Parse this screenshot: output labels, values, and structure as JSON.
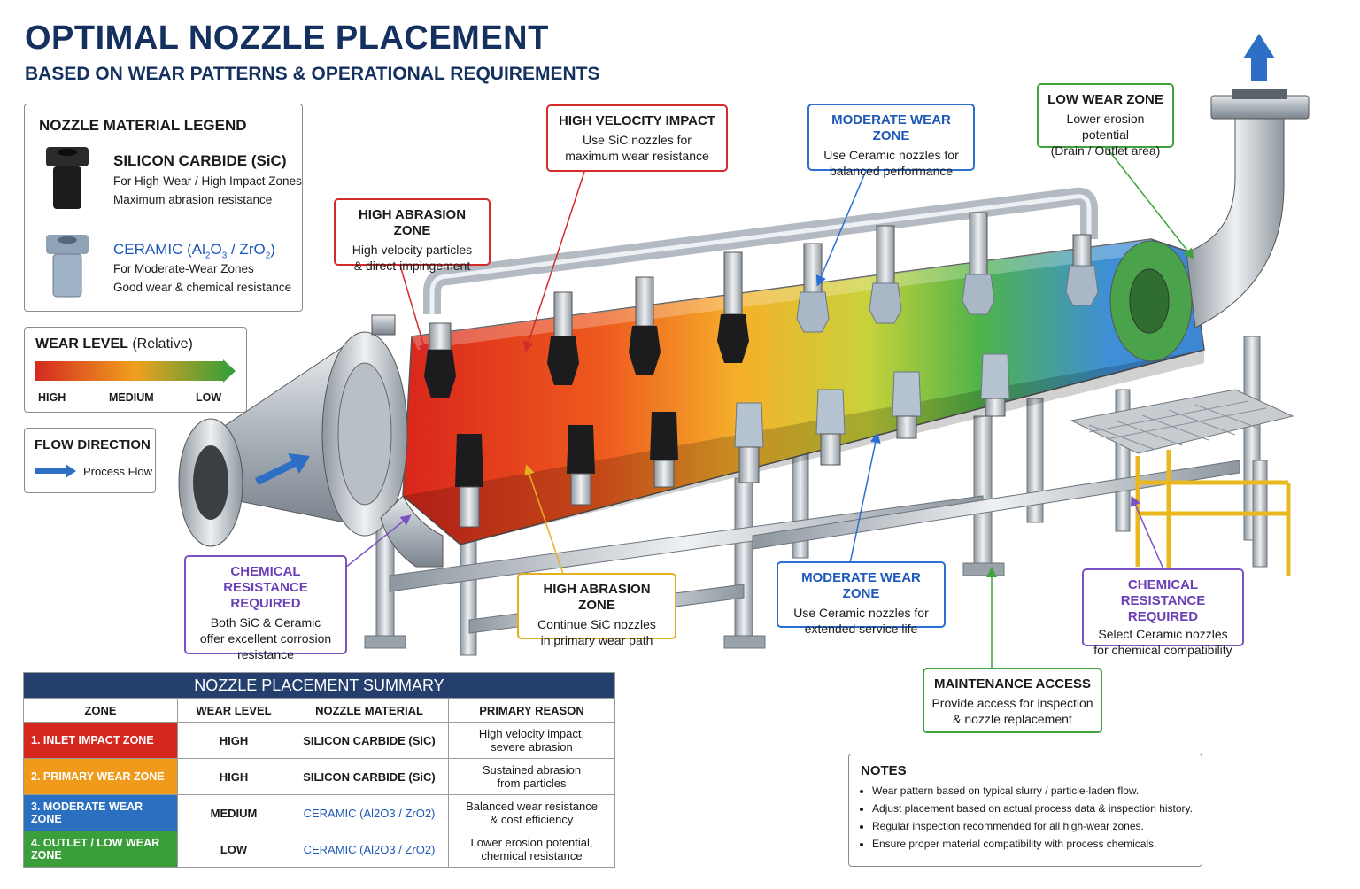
{
  "title": "OPTIMAL NOZZLE PLACEMENT",
  "subtitle": "BASED ON WEAR PATTERNS & OPERATIONAL REQUIREMENTS",
  "legend": {
    "title": "NOZZLE MATERIAL LEGEND",
    "sic": {
      "name": "SILICON CARBIDE (SiC)",
      "line1": "For High-Wear / High Impact Zones",
      "line2": "Maximum abrasion resistance",
      "color": "#1a1a1a"
    },
    "ceramic": {
      "name_prefix": "CERAMIC (Al",
      "sub1": "2",
      "o": "O",
      "sub2": "3",
      "mid": " / ZrO",
      "sub3": "2",
      "suffix": ")",
      "line1": "For Moderate-Wear Zones",
      "line2": "Good wear & chemical resistance",
      "color": "#1d58b8"
    }
  },
  "wear_level": {
    "title": "WEAR LEVEL",
    "qualifier": "(Relative)",
    "high": "HIGH",
    "medium": "MEDIUM",
    "low": "LOW",
    "colors": [
      "#d42a1e",
      "#f0a020",
      "#2e9e3a"
    ]
  },
  "flow": {
    "title": "FLOW DIRECTION",
    "label": "Process Flow",
    "color": "#2d6fc4"
  },
  "callouts": {
    "high_velocity": {
      "title": "HIGH VELOCITY IMPACT",
      "l1": "Use SiC nozzles for",
      "l2": "maximum wear resistance"
    },
    "high_abrasion_top": {
      "title": "HIGH ABRASION ZONE",
      "l1": "High velocity particles",
      "l2": "& direct impingement"
    },
    "moderate_top": {
      "title": "MODERATE WEAR ZONE",
      "l1": "Use Ceramic nozzles for",
      "l2": "balanced performance"
    },
    "low_wear": {
      "title": "LOW WEAR ZONE",
      "l1": "Lower erosion potential",
      "l2": "(Drain / Outlet area)"
    },
    "chem_left": {
      "title1": "CHEMICAL RESISTANCE",
      "title2": "REQUIRED",
      "l1": "Both SiC & Ceramic",
      "l2": "offer excellent corrosion",
      "l3": "resistance"
    },
    "high_abrasion_bottom": {
      "title": "HIGH ABRASION ZONE",
      "l1": "Continue SiC nozzles",
      "l2": "in primary wear path"
    },
    "moderate_bottom": {
      "title": "MODERATE WEAR ZONE",
      "l1": "Use Ceramic nozzles for",
      "l2": "extended service life"
    },
    "chem_right": {
      "title1": "CHEMICAL RESISTANCE",
      "title2": "REQUIRED",
      "l1": "Select Ceramic nozzles",
      "l2": "for chemical compatibility"
    },
    "maintenance": {
      "title": "MAINTENANCE ACCESS",
      "l1": "Provide access for inspection",
      "l2": "& nozzle replacement"
    }
  },
  "summary": {
    "caption": "NOZZLE PLACEMENT SUMMARY",
    "headers": [
      "ZONE",
      "WEAR LEVEL",
      "NOZZLE MATERIAL",
      "PRIMARY REASON"
    ],
    "rows": [
      {
        "zone": "1. INLET IMPACT ZONE",
        "level": "HIGH",
        "material": "SILICON CARBIDE (SiC)",
        "r1": "High velocity impact,",
        "r2": "severe abrasion",
        "color": "#d6271f"
      },
      {
        "zone": "2. PRIMARY WEAR ZONE",
        "level": "HIGH",
        "material": "SILICON CARBIDE (SiC)",
        "r1": "Sustained abrasion",
        "r2": "from particles",
        "color": "#ef9a1a"
      },
      {
        "zone": "3. MODERATE WEAR ZONE",
        "level": "MEDIUM",
        "material": "CERAMIC (Al2O3 / ZrO2)",
        "r1": "Balanced wear resistance",
        "r2": "& cost efficiency",
        "color": "#2a6fc0"
      },
      {
        "zone": "4. OUTLET / LOW WEAR ZONE",
        "level": "LOW",
        "material": "CERAMIC (Al2O3 / ZrO2)",
        "r1": "Lower erosion potential,",
        "r2": "chemical resistance",
        "color": "#3a9e3a"
      }
    ]
  },
  "notes": {
    "title": "NOTES",
    "items": [
      "Wear pattern based on typical slurry / particle-laden flow.",
      "Adjust placement based on actual process data & inspection history.",
      "Regular inspection recommended for all high-wear zones.",
      "Ensure proper material compatibility with process chemicals."
    ]
  }
}
